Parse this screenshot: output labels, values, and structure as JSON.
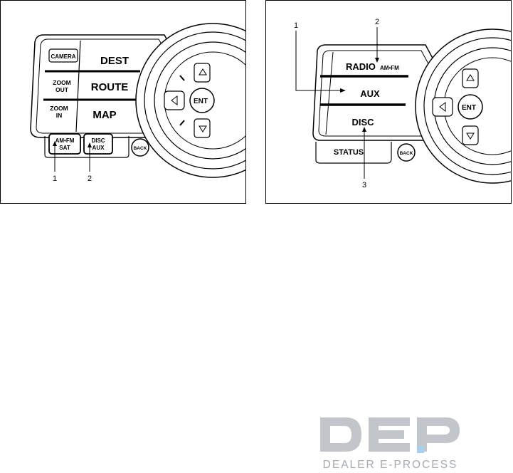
{
  "left_panel": {
    "camera_label": "CAMERA",
    "dest_label": "DEST",
    "route_label": "ROUTE",
    "map_label": "MAP",
    "zoom_out_line1": "ZOOM",
    "zoom_out_line2": "OUT",
    "zoom_in_line1": "ZOOM",
    "zoom_in_line2": "IN",
    "amfm_line1": "AM•FM",
    "amfm_line2": "SAT",
    "disc_line1": "DISC",
    "disc_line2": "AUX",
    "back_label": "BACK",
    "enter_label": "ENT",
    "callout_1": "1",
    "callout_2": "2"
  },
  "right_panel": {
    "radio_label": "RADIO",
    "radio_sub": "AM•FM",
    "aux_label": "AUX",
    "disc_label": "DISC",
    "status_label": "STATUS",
    "back_label": "BACK",
    "enter_label": "ENT",
    "callout_1": "1",
    "callout_2": "2",
    "callout_3": "3"
  },
  "watermark": {
    "letters": "DEP",
    "caption": "DEALER E-PROCESS"
  }
}
